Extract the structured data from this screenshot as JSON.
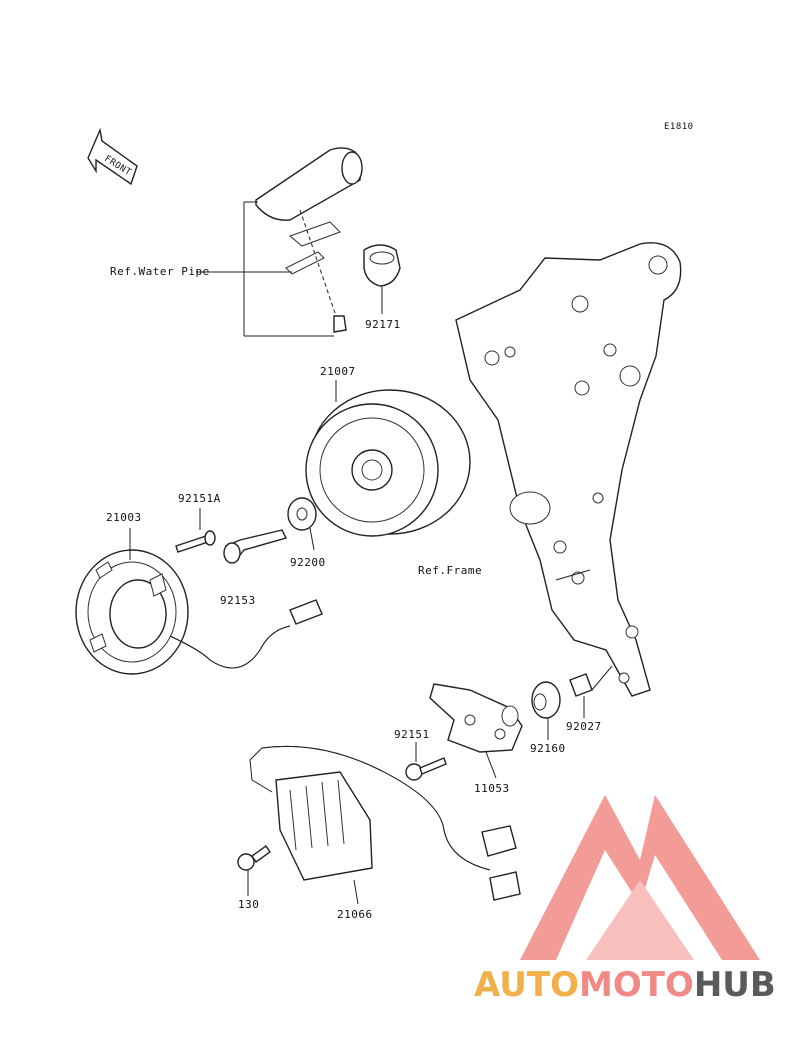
{
  "diagram": {
    "code": "E1810",
    "front_tag": "FRONT",
    "refs": {
      "water_pipe": "Ref.Water Pipe",
      "frame": "Ref.Frame"
    },
    "parts": {
      "p92171": "92171",
      "p21007": "21007",
      "p92151A": "92151A",
      "p21003": "21003",
      "p92200": "92200",
      "p92153": "92153",
      "p92151": "92151",
      "p92160": "92160",
      "p92027": "92027",
      "p11053": "11053",
      "p130": "130",
      "p21066": "21066"
    }
  },
  "watermark": {
    "part1": "AUTO",
    "part2": "MOTO",
    "part3": "HUB",
    "colors": {
      "auto": "#f2b04a",
      "moto": "#f08a86",
      "hub": "#5a5a5a",
      "logo": "#f08a86"
    }
  }
}
